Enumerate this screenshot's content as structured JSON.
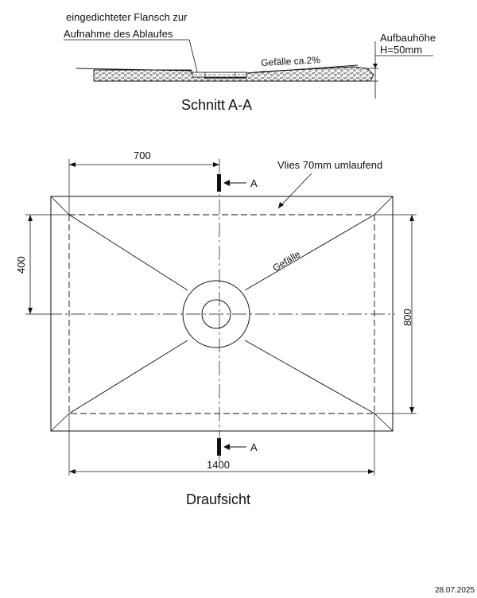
{
  "section": {
    "flange_line1": "eingedichteter Flansch zur",
    "flange_line2": "Aufnahme des Ablaufes",
    "height_label": "Aufbauhöhe",
    "height_value": "H=50mm",
    "slope_label": "Gefälle ca.2%",
    "title": "Schnitt A-A"
  },
  "plan": {
    "dim_700": "700",
    "dim_400": "400",
    "dim_800": "800",
    "dim_1400": "1400",
    "fleece_label": "Vlies 70mm umlaufend",
    "slope_label": "Gefälle",
    "cut_marker_top": "A",
    "cut_marker_bottom": "A",
    "title": "Draufsicht"
  },
  "footer": {
    "date": "28.07.2025"
  }
}
